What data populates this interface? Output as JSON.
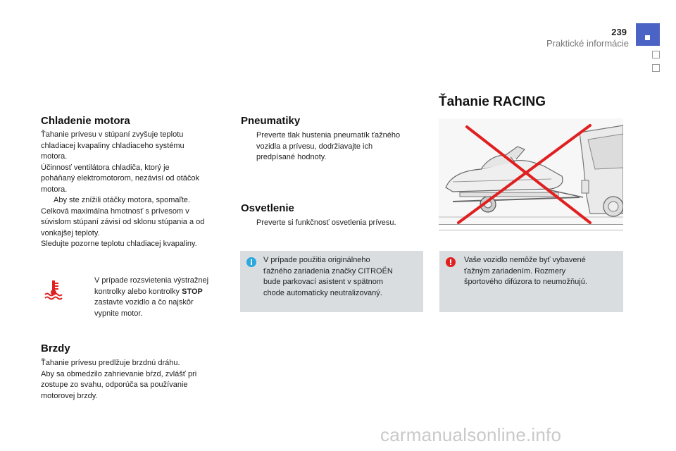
{
  "header": {
    "page_number": "239",
    "category": "Praktické informácie"
  },
  "cooling": {
    "title": "Chladenie motora",
    "lines": [
      "Ťahanie prívesu v stúpaní zvyšuje teplotu",
      "chladiacej kvapaliny chladiaceho systému",
      "motora.",
      "Účinnosť ventilátora chladiča, ktorý je",
      "poháňaný elektromotorom, nezávisí od otáčok",
      "motora."
    ],
    "bullet": "Aby ste znížili otáčky motora, spomaľte.",
    "lines2": [
      "Celková maximálna hmotnosť s prívesom v",
      "súvislom stúpaní závisí od sklonu stúpania a od",
      "vonkajšej teploty.",
      "Sledujte pozorne teplotu chladiacej kvapaliny."
    ],
    "warning_line1": "V prípade rozsvietenia výstražnej",
    "warning_line2_pre": "kontrolky alebo kontrolky ",
    "warning_stop": "STOP",
    "warning_line3": "zastavte vozidlo a čo najskôr",
    "warning_line4": "vypnite motor."
  },
  "brakes": {
    "title": "Brzdy",
    "lines": [
      "Ťahanie prívesu predlžuje brzdnú dráhu.",
      "Aby sa obmedzilo zahrievanie bŕzd, zvlášť pri",
      "zostupe zo svahu, odporúča sa používanie",
      "motorovej brzdy."
    ]
  },
  "tires": {
    "title": "Pneumatiky",
    "bullet_lines": [
      "Preverte tlak hustenia pneumatík ťažného",
      "vozidla a prívesu, dodržiavajte ich",
      "predpísané hodnoty."
    ]
  },
  "lighting": {
    "title": "Osvetlenie",
    "bullet": "Preverte si funkčnosť osvetlenia prívesu."
  },
  "info_note": {
    "lines": [
      "V prípade použitia originálneho",
      "ťažného zariadenia značky CITROËN",
      "bude parkovací asistent v spätnom",
      "chode automaticky neutralizovaný."
    ]
  },
  "racing": {
    "title": "Ťahanie RACING",
    "note_lines": [
      "Vaše vozidlo nemôže byť vybavené",
      "ťažným zariadením. Rozmery",
      "športového difúzora to neumožňujú."
    ]
  },
  "bullet_symbol": "",
  "colors": {
    "tab_active": "#4a63c4",
    "note_bg": "#d9dde0",
    "info_icon": "#2aa8e0",
    "warning_icon": "#e02020",
    "temp_icon": "#e02020",
    "cross": "#e02020"
  },
  "watermark": "carmanualsonline.info"
}
